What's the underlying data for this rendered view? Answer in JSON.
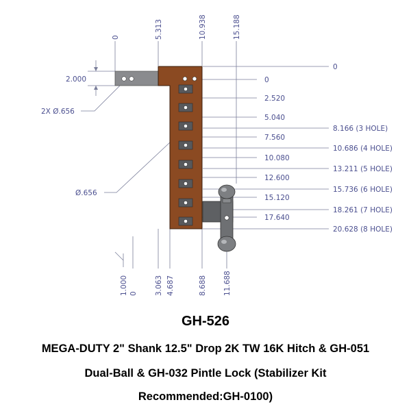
{
  "vertical_dims": [
    "0",
    "5.313",
    "10.938",
    "15.188"
  ],
  "bottom_dims": [
    "1.000",
    "0",
    "3.063",
    "4.687",
    "8.688",
    "11.688"
  ],
  "right_dims": [
    "0",
    "0",
    "2.520",
    "5.040",
    "8.166 (3 HOLE)",
    "7.560",
    "10.686 (4 HOLE)",
    "10.080",
    "13.211 (5 HOLE)",
    "12.600",
    "15.736 (6 HOLE)",
    "15.120",
    "18.261 (7 HOLE)",
    "17.640",
    "20.628 (8 HOLE)"
  ],
  "left_labels": {
    "shank_height": "2.000",
    "shank_holes": "2X Ø.656",
    "hole_dia": "Ø.656"
  },
  "colors": {
    "shank": "#8a8b8e",
    "mount": "#8b4a22",
    "ball": "#7d7f82",
    "dim_text": "#4b4f8f"
  },
  "title": {
    "model": "GH-526",
    "line1": "MEGA-DUTY 2\" Shank 12.5\" Drop 2K TW 16K Hitch & GH-051",
    "line2": "Dual-Ball & GH-032 Pintle Lock (Stabilizer Kit",
    "line3": "Recommended:GH-0100)"
  }
}
